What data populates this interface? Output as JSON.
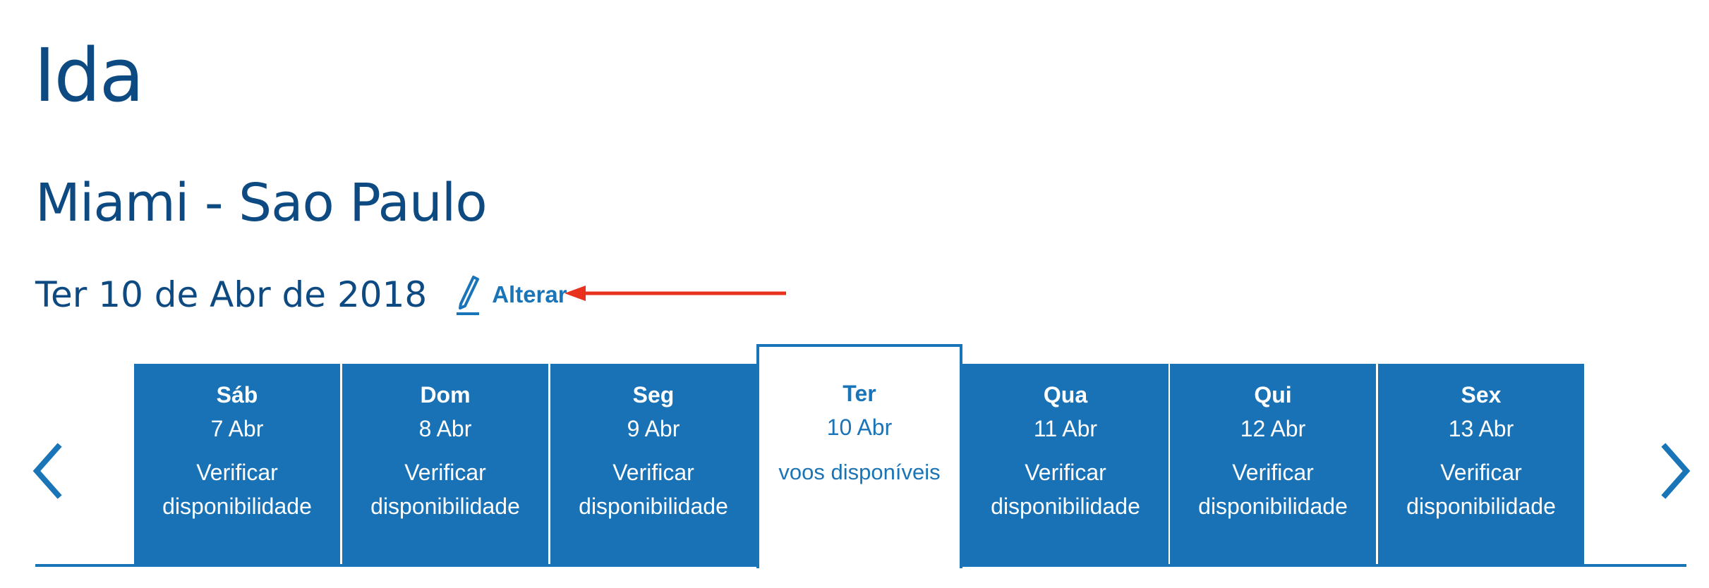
{
  "header": {
    "title": "Ida",
    "route": "Miami - Sao Paulo",
    "selected_date": "Ter 10 de Abr de 2018",
    "edit_label": "Alterar"
  },
  "carousel": {
    "prev_icon": "chevron-left-icon",
    "next_icon": "chevron-right-icon",
    "days": [
      {
        "weekday": "Sáb",
        "date": "7 Abr",
        "status": "Verificar disponibilidade"
      },
      {
        "weekday": "Dom",
        "date": "8 Abr",
        "status": "Verificar disponibilidade"
      },
      {
        "weekday": "Seg",
        "date": "9 Abr",
        "status": "Verificar disponibilidade"
      },
      {
        "weekday": "Ter",
        "date": "10 Abr",
        "status": "voos disponíveis",
        "selected": true
      },
      {
        "weekday": "Qua",
        "date": "11 Abr",
        "status": "Verificar disponibilidade"
      },
      {
        "weekday": "Qui",
        "date": "12 Abr",
        "status": "Verificar disponibilidade"
      },
      {
        "weekday": "Sex",
        "date": "13 Abr",
        "status": "Verificar disponibilidade"
      }
    ]
  },
  "colors": {
    "heading": "#0d4a82",
    "accent": "#1a74b8",
    "cell_bg": "#1a72b6",
    "annotation": "#e8321e"
  }
}
